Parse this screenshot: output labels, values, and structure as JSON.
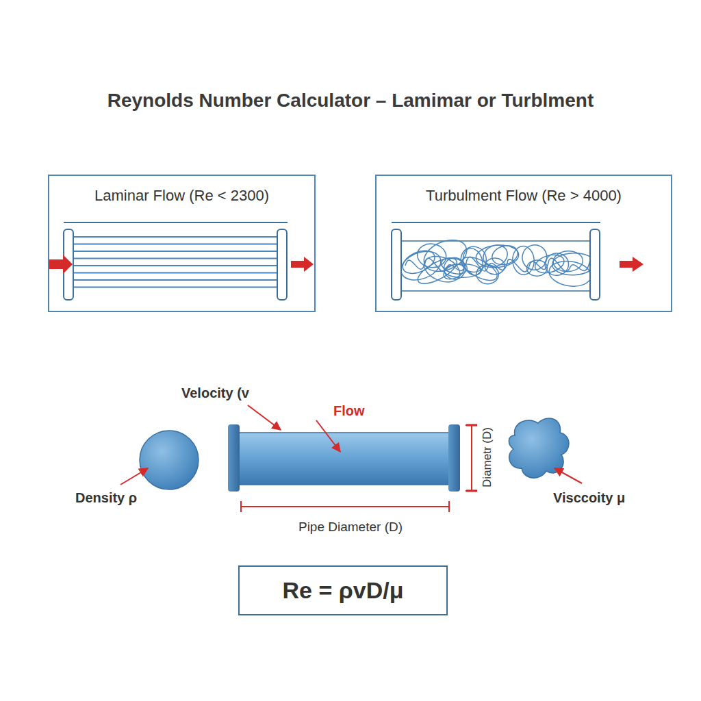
{
  "diagram": {
    "title": "Reynolds Number Calculator – Lamimar or Turblment",
    "nodes": [
      {
        "text": [
          "Laminar Flow (Re < 2300)"
        ]
      },
      {
        "text": [
          "Turbulment Flow (Re > 4000)"
        ]
      },
      {
        "text": [
          "Re = ρvD/μ"
        ]
      }
    ],
    "labels": [
      "Velocity (v",
      "Flow",
      "Diametr (D)",
      "Density ρ",
      "Pipe Diameter (D)",
      "Visccoity μ"
    ]
  }
}
